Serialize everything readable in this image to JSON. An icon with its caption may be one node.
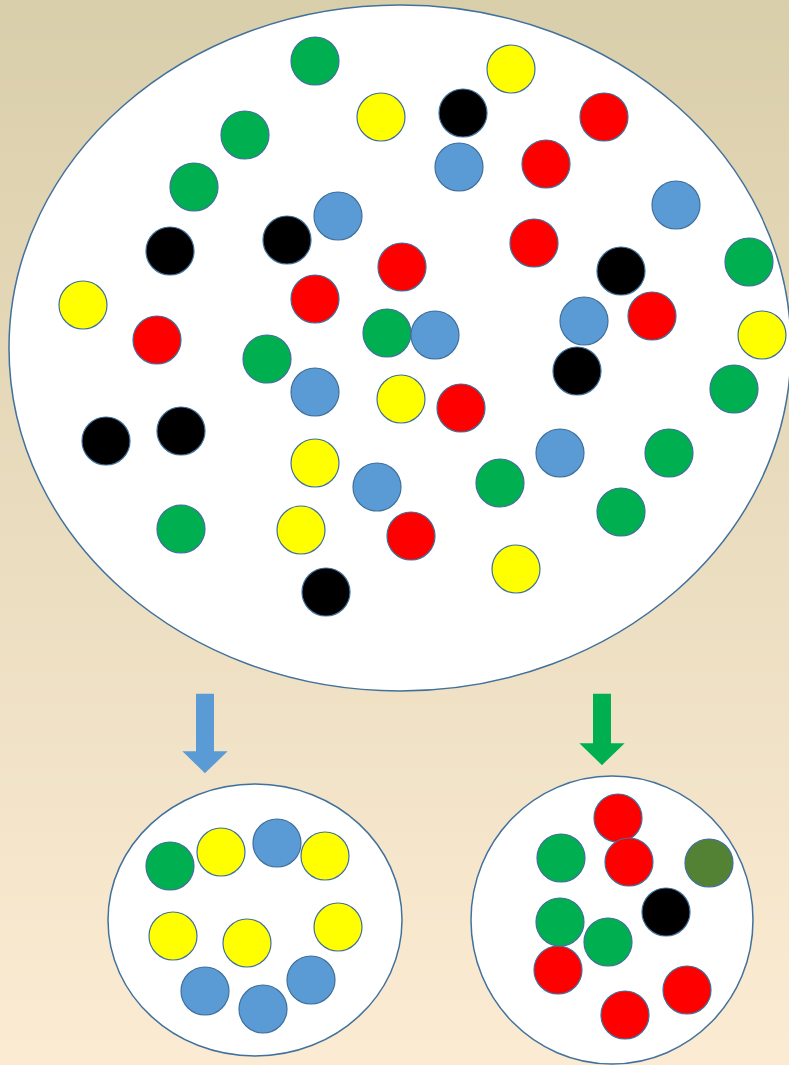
{
  "diagram": {
    "nodes": [
      {
        "text": [],
        "shape": "ellipse"
      },
      {
        "text": [],
        "shape": "ellipse"
      },
      {
        "text": [],
        "shape": "ellipse"
      }
    ],
    "edges": [
      {
        "from": 0,
        "to": 1,
        "arrow": "to",
        "color": "#5b9bd5"
      },
      {
        "from": 0,
        "to": 2,
        "arrow": "to",
        "color": "#00b050"
      }
    ]
  }
}
